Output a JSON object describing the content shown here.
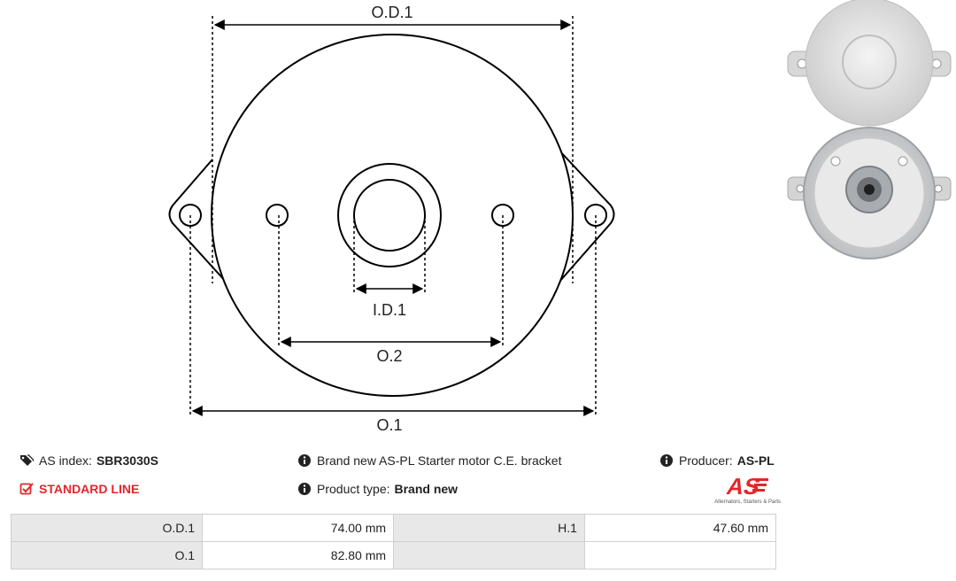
{
  "diagram": {
    "labels": {
      "od1": "O.D.1",
      "id1": "I.D.1",
      "o2": "O.2",
      "o1": "O.1"
    }
  },
  "info": {
    "as_index_label": "AS index:",
    "as_index_value": "SBR3030S",
    "description": "Brand new AS-PL Starter motor C.E. bracket",
    "producer_label": "Producer:",
    "producer_value": "AS-PL",
    "line": "STANDARD LINE",
    "product_type_label": "Product type:",
    "product_type_value": "Brand new"
  },
  "logo": {
    "mark": "AS",
    "tagline": "Alternators, Starters & Parts"
  },
  "specs": {
    "rows": [
      {
        "label1": "O.D.1",
        "value1": "74.00 mm",
        "label2": "H.1",
        "value2": "47.60 mm"
      },
      {
        "label1": "O.1",
        "value1": "82.80 mm",
        "label2": "",
        "value2": ""
      }
    ]
  },
  "colors": {
    "accent": "#e3262b",
    "line": "#000000",
    "cell_label_bg": "#e8e8e8"
  },
  "icons": [
    "tags-icon",
    "info-icon",
    "checkbox-icon"
  ]
}
